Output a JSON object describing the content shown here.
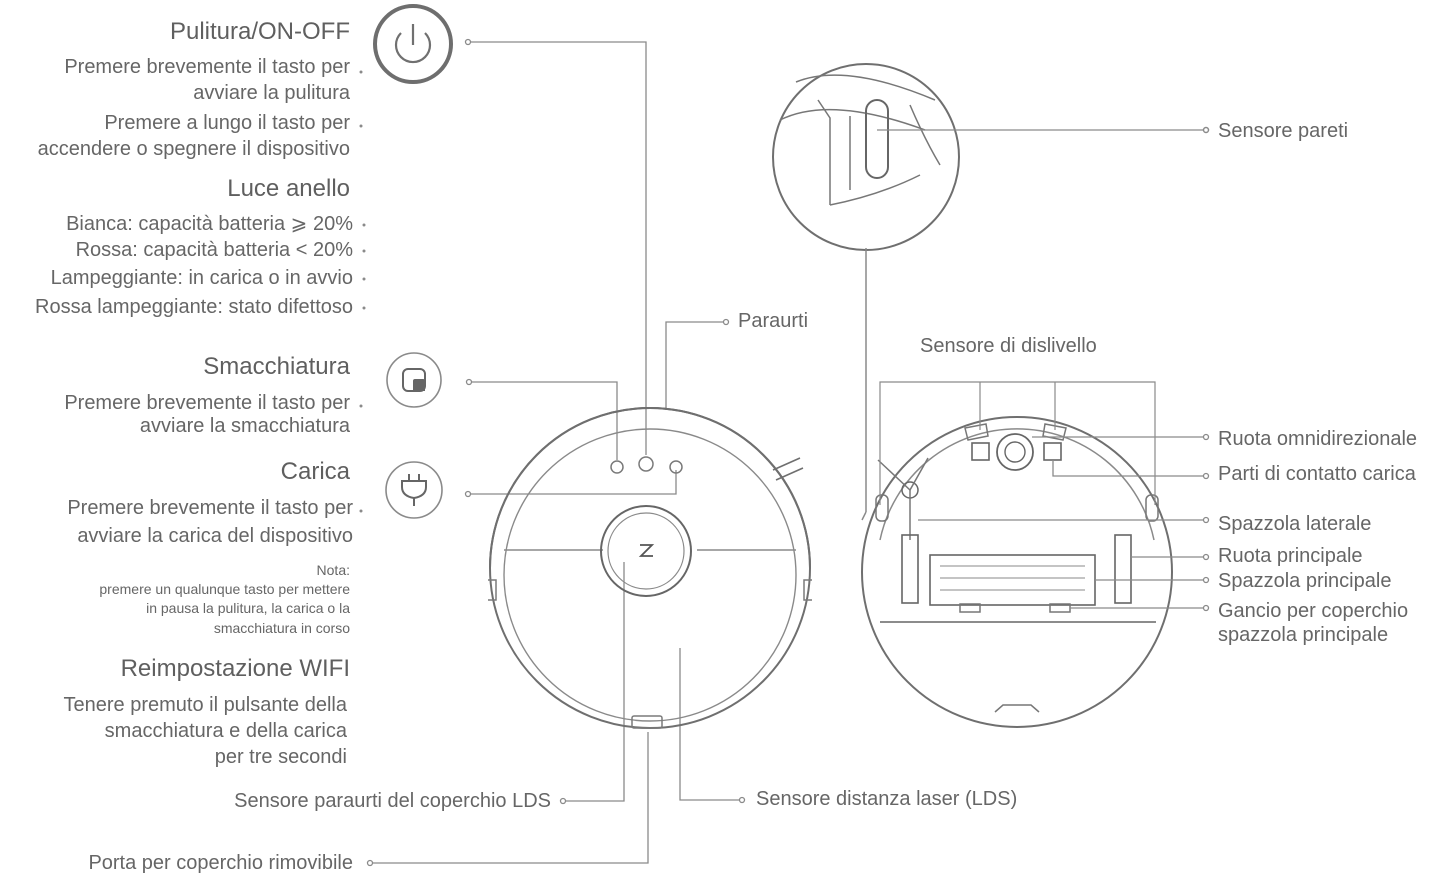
{
  "power": {
    "title": "Pulitura/ON-OFF",
    "short_press_1": "Premere brevemente il tasto per",
    "short_press_2": "avviare la pulitura",
    "long_press_1": "Premere a lungo il tasto per",
    "long_press_2": "accendere o spegnere il dispositivo"
  },
  "ring_light": {
    "title": "Luce anello",
    "white": "Bianca: capacità batteria ⩾ 20%",
    "red": "Rossa: capacità batteria < 20%",
    "flashing": "Lampeggiante: in carica o in avvio",
    "red_flashing": "Rossa lampeggiante: stato difettoso"
  },
  "spot": {
    "title": "Smacchiatura",
    "line1": "Premere brevemente il tasto per",
    "line2": "avviare la smacchiatura"
  },
  "charge": {
    "title": "Carica",
    "line1": "Premere brevemente il tasto per",
    "line2": "avviare la carica del dispositivo"
  },
  "note": {
    "label": "Nota:",
    "line1": "premere un qualunque tasto per mettere",
    "line2": "in pausa la pulitura, la carica o la",
    "line3": "smacchiatura in corso"
  },
  "wifi": {
    "title": "Reimpostazione WIFI",
    "line1": "Tenere premuto il pulsante della",
    "line2": "smacchiatura e della carica",
    "line3": "per tre secondi"
  },
  "labels": {
    "lds_cover_sensor": "Sensore paraurti del coperchio LDS",
    "removable_cover_port": "Porta per coperchio rimovibile",
    "bumper": "Paraurti",
    "lds": "Sensore distanza laser (LDS)",
    "wall_sensor": "Sensore pareti",
    "cliff_sensor": "Sensore di dislivello",
    "omni_wheel": "Ruota omnidirezionale",
    "charge_contacts": "Parti di contatto carica",
    "side_brush": "Spazzola laterale",
    "main_wheel": "Ruota principale",
    "main_brush": "Spazzola principale",
    "brush_cover_latch_1": "Gancio per coperchio",
    "brush_cover_latch_2": "spazzola principale"
  },
  "icons": [
    "power-icon",
    "spot-clean-icon",
    "charge-plug-icon"
  ]
}
